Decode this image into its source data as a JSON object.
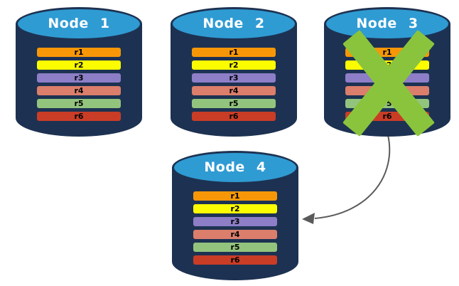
{
  "diagram": {
    "description": "Four database node cylinders each holding replica rows r1-r6; Node 3 is crossed out with a green X and a curved arrow points from Node 3 to Node 4",
    "colors": {
      "background": "#FFFFFF",
      "cylinder_body": "#1D3252",
      "cylinder_top": "#2F9BD3",
      "node_title_text": "#FFFFFF",
      "row_text": "#000000",
      "failure_x": "#8AC43C",
      "arrow": "#5A5A5A"
    },
    "nodes": [
      {
        "title": "Node 1",
        "has_failure_x": false,
        "rows": [
          {
            "label": "r1",
            "color": "#F79708"
          },
          {
            "label": "r2",
            "color": "#FCFC00"
          },
          {
            "label": "r3",
            "color": "#8D7EC7"
          },
          {
            "label": "r4",
            "color": "#DB7E6B"
          },
          {
            "label": "r5",
            "color": "#93C47D"
          },
          {
            "label": "r6",
            "color": "#C93D26"
          }
        ]
      },
      {
        "title": "Node 2",
        "has_failure_x": false,
        "rows": [
          {
            "label": "r1",
            "color": "#F79708"
          },
          {
            "label": "r2",
            "color": "#FCFC00"
          },
          {
            "label": "r3",
            "color": "#8D7EC7"
          },
          {
            "label": "r4",
            "color": "#DB7E6B"
          },
          {
            "label": "r5",
            "color": "#93C47D"
          },
          {
            "label": "r6",
            "color": "#C93D26"
          }
        ]
      },
      {
        "title": "Node 3",
        "has_failure_x": true,
        "rows": [
          {
            "label": "r1",
            "color": "#F79708"
          },
          {
            "label": "r2",
            "color": "#FCFC00"
          },
          {
            "label": "r3",
            "color": "#8D7EC7"
          },
          {
            "label": "r4",
            "color": "#DB7E6B"
          },
          {
            "label": "r5",
            "color": "#93C47D"
          },
          {
            "label": "r6",
            "color": "#C93D26"
          }
        ]
      },
      {
        "title": "Node 4",
        "has_failure_x": false,
        "rows": [
          {
            "label": "r1",
            "color": "#F79708"
          },
          {
            "label": "r2",
            "color": "#FCFC00"
          },
          {
            "label": "r3",
            "color": "#8D7EC7"
          },
          {
            "label": "r4",
            "color": "#DB7E6B"
          },
          {
            "label": "r5",
            "color": "#93C47D"
          },
          {
            "label": "r6",
            "color": "#C93D26"
          }
        ]
      }
    ],
    "arrow": {
      "from": "Node 3",
      "to": "Node 4"
    }
  }
}
